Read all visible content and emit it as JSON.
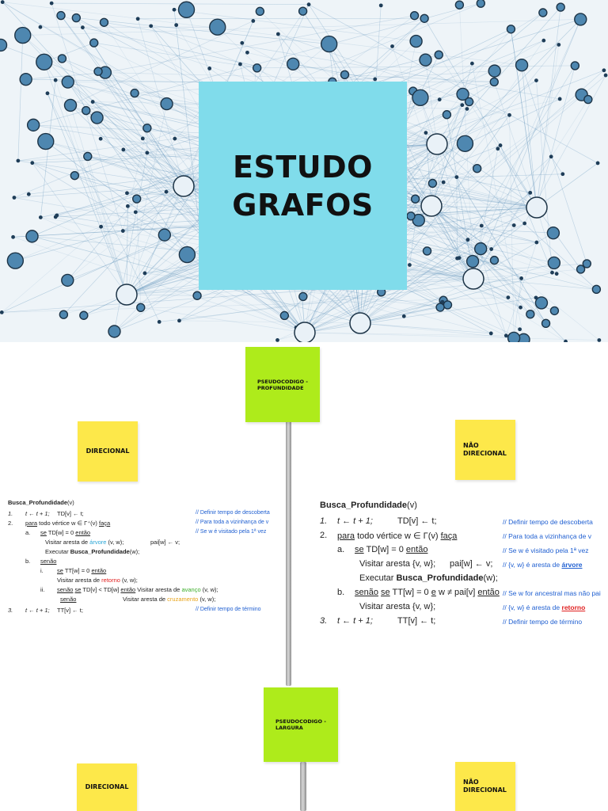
{
  "title": {
    "line1": "ESTUDO",
    "line2": "GRAFOS"
  },
  "colors": {
    "title_card": "#80dceb",
    "green_note": "#aeeb1b",
    "yellow_note": "#fde84a",
    "comment": "#1f5fd1",
    "tree_edge": "#29a6d6",
    "back_edge": "#e02020",
    "forward_edge": "#3cae2a",
    "cross_edge": "#e8a317"
  },
  "notes": {
    "dfs": {
      "line1": "PSEUDOCODIGO -",
      "line2": "PROFUNDIDADE"
    },
    "directed_top": "DIRECIONAL",
    "undirected_top": {
      "line1": "NÃO",
      "line2": "DIRECIONAL"
    },
    "bfs": {
      "line1": "PSEUDOCODIGO -",
      "line2": "LARGURA"
    },
    "directed_bottom": "DIRECIONAL",
    "undirected_bottom": {
      "line1": "NÃO",
      "line2": "DIRECIONAL"
    }
  },
  "code_directed": {
    "name": "Busca_Profundidade",
    "param": "(v)",
    "l1_num": "1.",
    "l1_a": "t ← t + 1;",
    "l1_b": "TD[v] ← t;",
    "l2_num": "2.",
    "l2_para": "para",
    "l2_mid": "todo vértice w ∈ Γ⁺(v)",
    "l2_faca": "faça",
    "la_lbl": "a.",
    "la_se": "se",
    "la_cond": "TD[w] = 0",
    "la_entao": "então",
    "la_visit_pre": "Visitar aresta de",
    "la_visit_tag": "árvore",
    "la_visit_post": "(v, w);",
    "la_pai": "pai[w] ← v;",
    "la_exec_pre": "Executar",
    "la_exec_fn": "Busca_Profundidade",
    "la_exec_post": "(w);",
    "lb_lbl": "b.",
    "lb_senao": "senão",
    "li_lbl": "i.",
    "li_se": "se",
    "li_cond": "TT[w] = 0",
    "li_entao": "então",
    "li_visit_pre": "Visitar aresta de",
    "li_visit_tag": "retorno",
    "li_visit_post": "(v, w);",
    "lii_lbl": "ii.",
    "lii_senao": "senão",
    "lii_se": "se",
    "lii_cond": "TD[v] < TD[w]",
    "lii_entao": "então",
    "lii_visit_pre": "Visitar aresta de",
    "lii_visit_tag": "avanço",
    "lii_visit_post": "(v, w);",
    "lii2_senao": "senão",
    "lii2_visit_pre": "Visitar aresta de",
    "lii2_visit_tag": "cruzamento",
    "lii2_visit_post": "(v, w);",
    "l3_num": "3.",
    "l3_a": "t ← t + 1;",
    "l3_b": "TT[v] ← t;",
    "c1": "// Definir tempo de descoberta",
    "c2": "// Para toda a vizinhança de v",
    "c3": "// Se w é visitado pela 1ª vez",
    "c4": "// Definir tempo de término"
  },
  "code_undirected": {
    "name": "Busca_Profundidade",
    "param": "(v)",
    "l1_num": "1.",
    "l1_a": "t ← t + 1;",
    "l1_b": "TD[v] ← t;",
    "l2_num": "2.",
    "l2_para": "para",
    "l2_mid": "todo vértice w ∈ Γ(v)",
    "l2_faca": "faça",
    "la_lbl": "a.",
    "la_se": "se",
    "la_cond": "TD[w] = 0",
    "la_entao": "então",
    "la_visit": "Visitar aresta {v, w};",
    "la_pai": "pai[w] ← v;",
    "la_exec_pre": "Executar",
    "la_exec_fn": "Busca_Profundidade",
    "la_exec_post": "(w);",
    "lb_lbl": "b.",
    "lb_senao": "senão",
    "lb_se": "se",
    "lb_cond1": "TT[w] = 0",
    "lb_e": "e",
    "lb_cond2": "w ≠ pai[v]",
    "lb_entao": "então",
    "lb_visit": "Visitar aresta {v, w};",
    "l3_num": "3.",
    "l3_a": "t ← t + 1;",
    "l3_b": "TT[v] ← t;",
    "c1": "// Definir tempo de descoberta",
    "c2": "// Para toda a vizinhança de v",
    "c3": "// Se w é visitado pela 1ª vez",
    "c4_pre": "// {v, w} é aresta de",
    "c4_tag": "árvore",
    "c5": "// Se w for ancestral mas não pai",
    "c6_pre": "// {v, w} é aresta de",
    "c6_tag": "retorno",
    "c7": "// Definir tempo de término"
  }
}
